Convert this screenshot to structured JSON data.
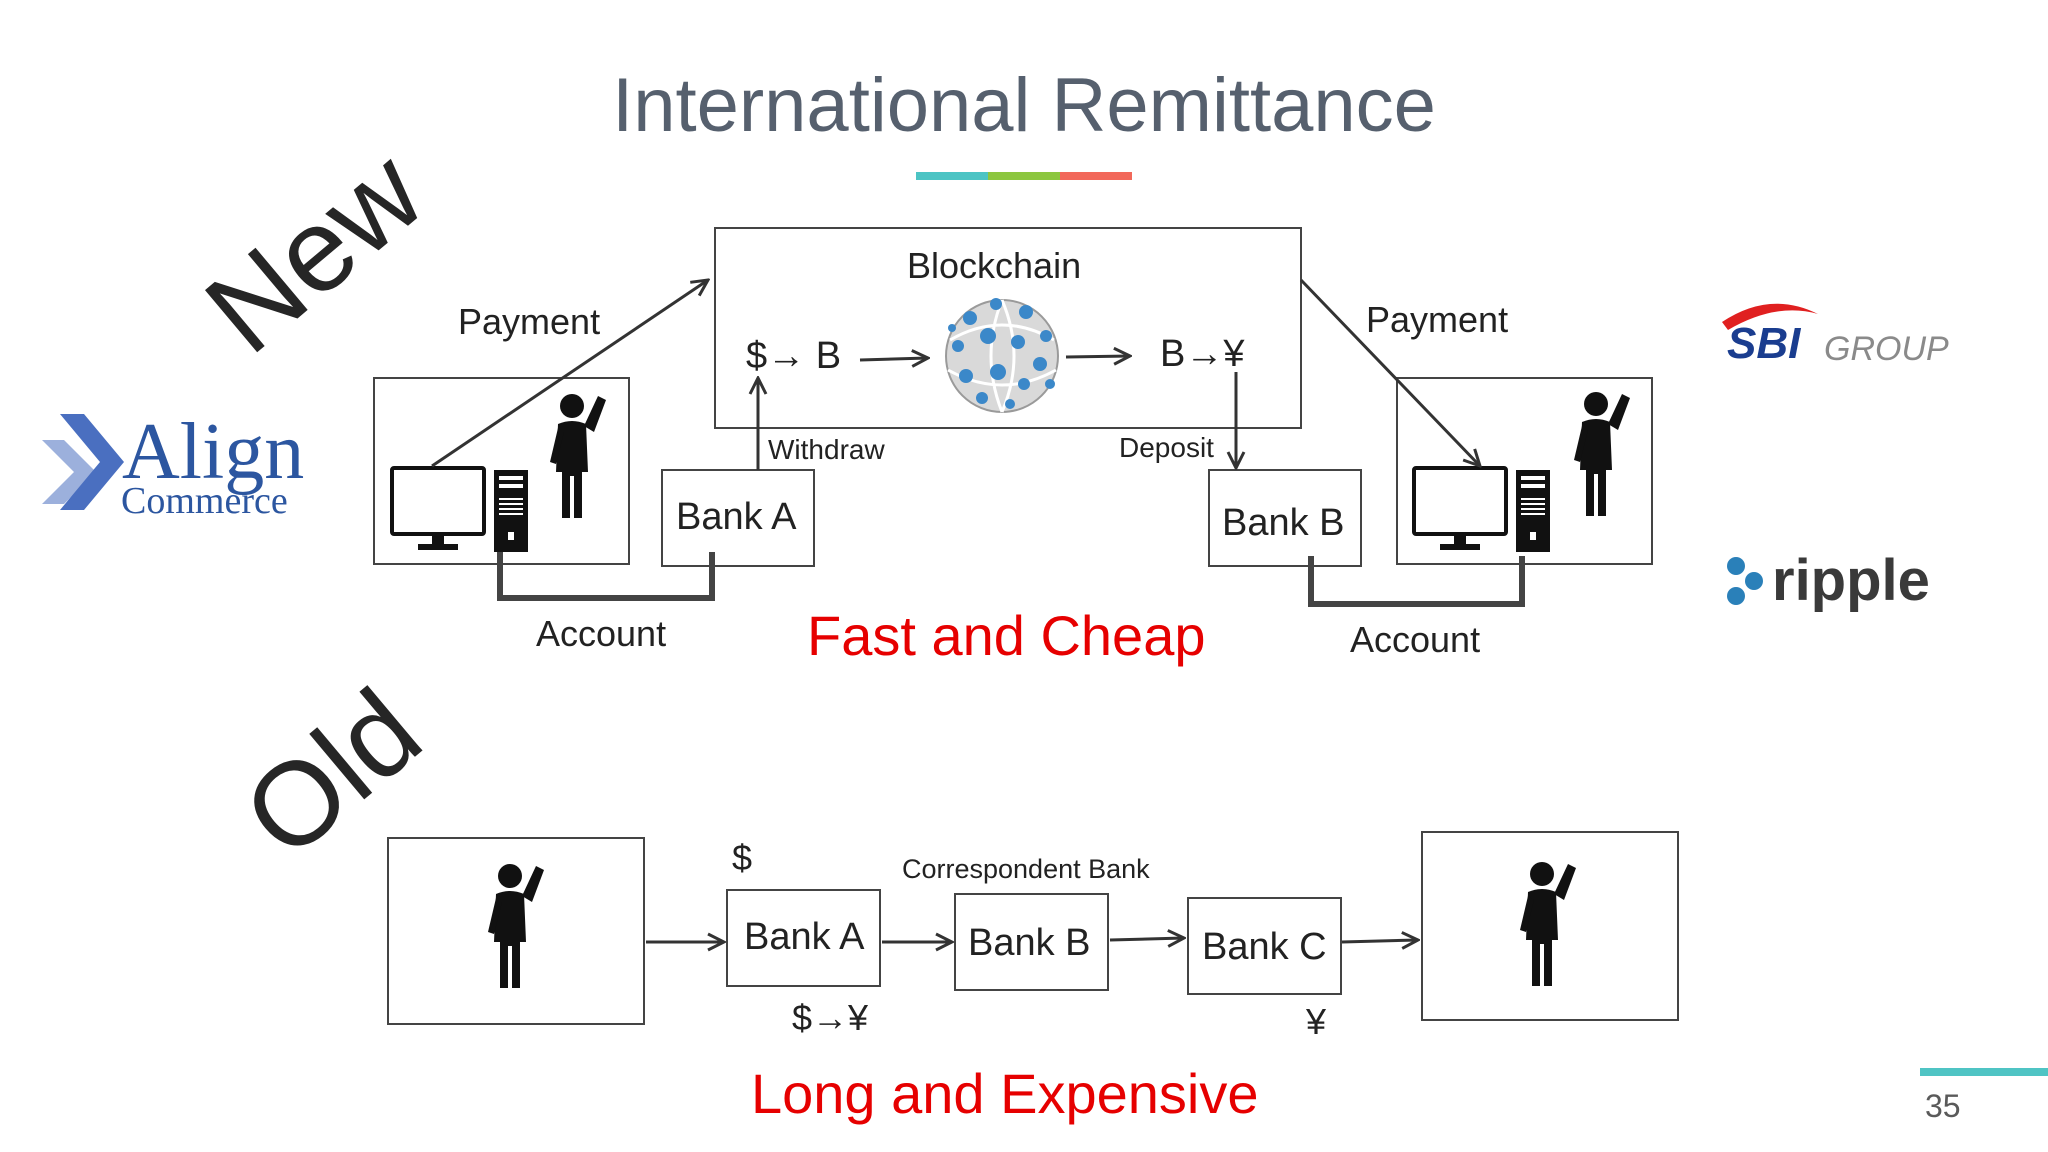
{
  "slide": {
    "title": "International Remittance",
    "title_rule_colors": [
      "#4cc4c4",
      "#8cc63f",
      "#f2685a"
    ],
    "page_number": "35"
  },
  "new_section": {
    "heading": "New",
    "blockchain_label": "Blockchain",
    "conversion_in": "$→ B",
    "conversion_out": "B→¥",
    "payment_left": "Payment",
    "payment_right": "Payment",
    "withdraw": "Withdraw",
    "deposit": "Deposit",
    "bank_a": "Bank A",
    "bank_b": "Bank B",
    "account_left": "Account",
    "account_right": "Account",
    "tagline": "Fast and Cheap"
  },
  "old_section": {
    "heading": "Old",
    "currency_in": "$",
    "correspondent_label": "Correspondent Bank",
    "bank_a": "Bank A",
    "bank_b": "Bank B",
    "bank_c": "Bank C",
    "conversion": "$→¥",
    "currency_out": "¥",
    "tagline": "Long and Expensive"
  },
  "logos": {
    "align_line1": "Align",
    "align_line2": "Commerce",
    "sbi_mark": "SBI",
    "sbi_group": "GROUP",
    "ripple": "ripple"
  },
  "colors": {
    "tagline_red": "#e60000",
    "title_gray": "#56606e",
    "align_blue": "#2c56a0",
    "sbi_blue": "#1a3d8f",
    "sbi_red": "#e02020",
    "ripple_blue": "#2a80b9"
  },
  "icons": [
    "person-raising-hand-icon",
    "desktop-computer-icon",
    "blockchain-network-globe-icon"
  ]
}
